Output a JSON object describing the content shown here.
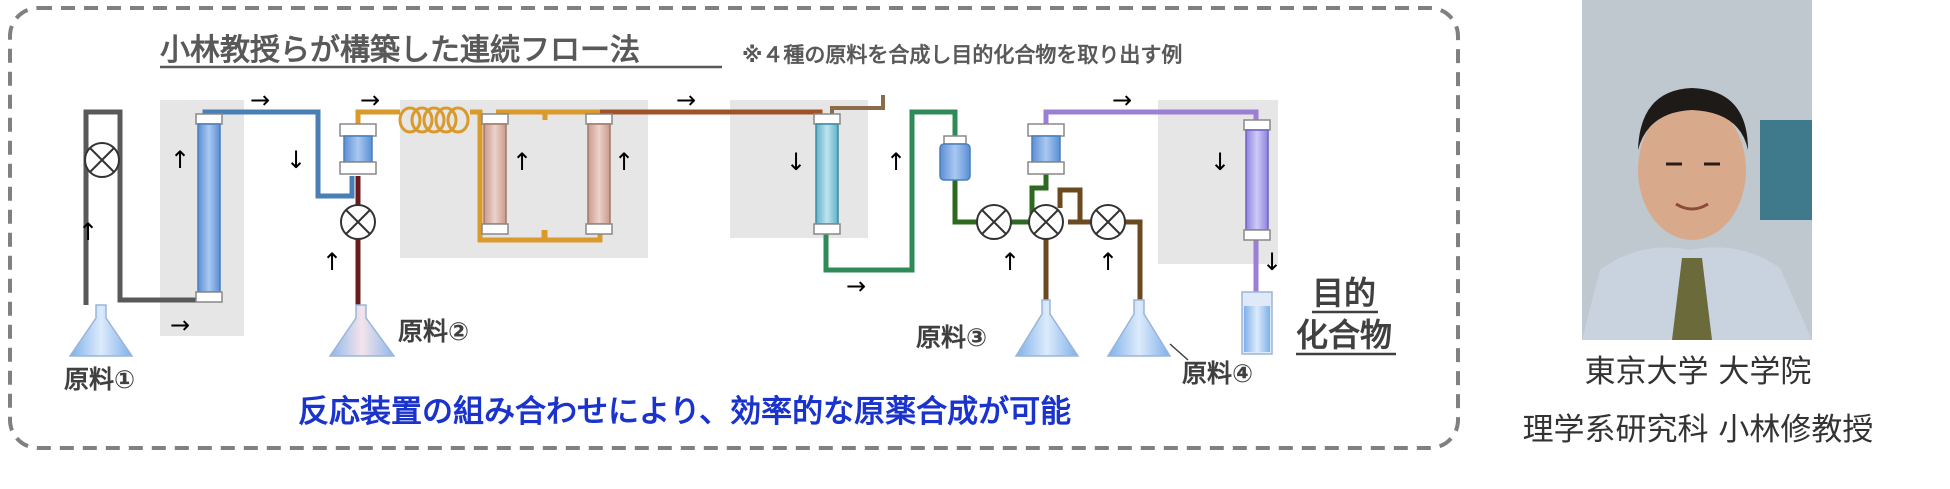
{
  "diagram": {
    "title": "小林教授らが構築した連続フロー法",
    "note": "※４種の原料を合成し目的化合物を取り出す例",
    "materials": {
      "m1": "原料①",
      "m2": "原料②",
      "m3": "原料③",
      "m4": "原料④"
    },
    "target_line1": "目的",
    "target_line2": "化合物",
    "conclusion": "反応装置の組み合わせにより、効率的な原薬合成が可能"
  },
  "caption": {
    "line1": "東京大学 大学院",
    "line2": "理学系研究科 小林修教授"
  },
  "colors": {
    "frame_dash": "#808080",
    "conclusion_blue": "#1a33cc",
    "pipe_gray": "#595959",
    "pipe_blue": "#4a7fb5",
    "pipe_maroon": "#6b1b1b",
    "pipe_orange": "#d99a2b",
    "pipe_brown": "#a0522d",
    "pipe_green": "#2e8b57",
    "pipe_dkgreen": "#2d6a1f",
    "pipe_purple": "#9b7fd4"
  }
}
